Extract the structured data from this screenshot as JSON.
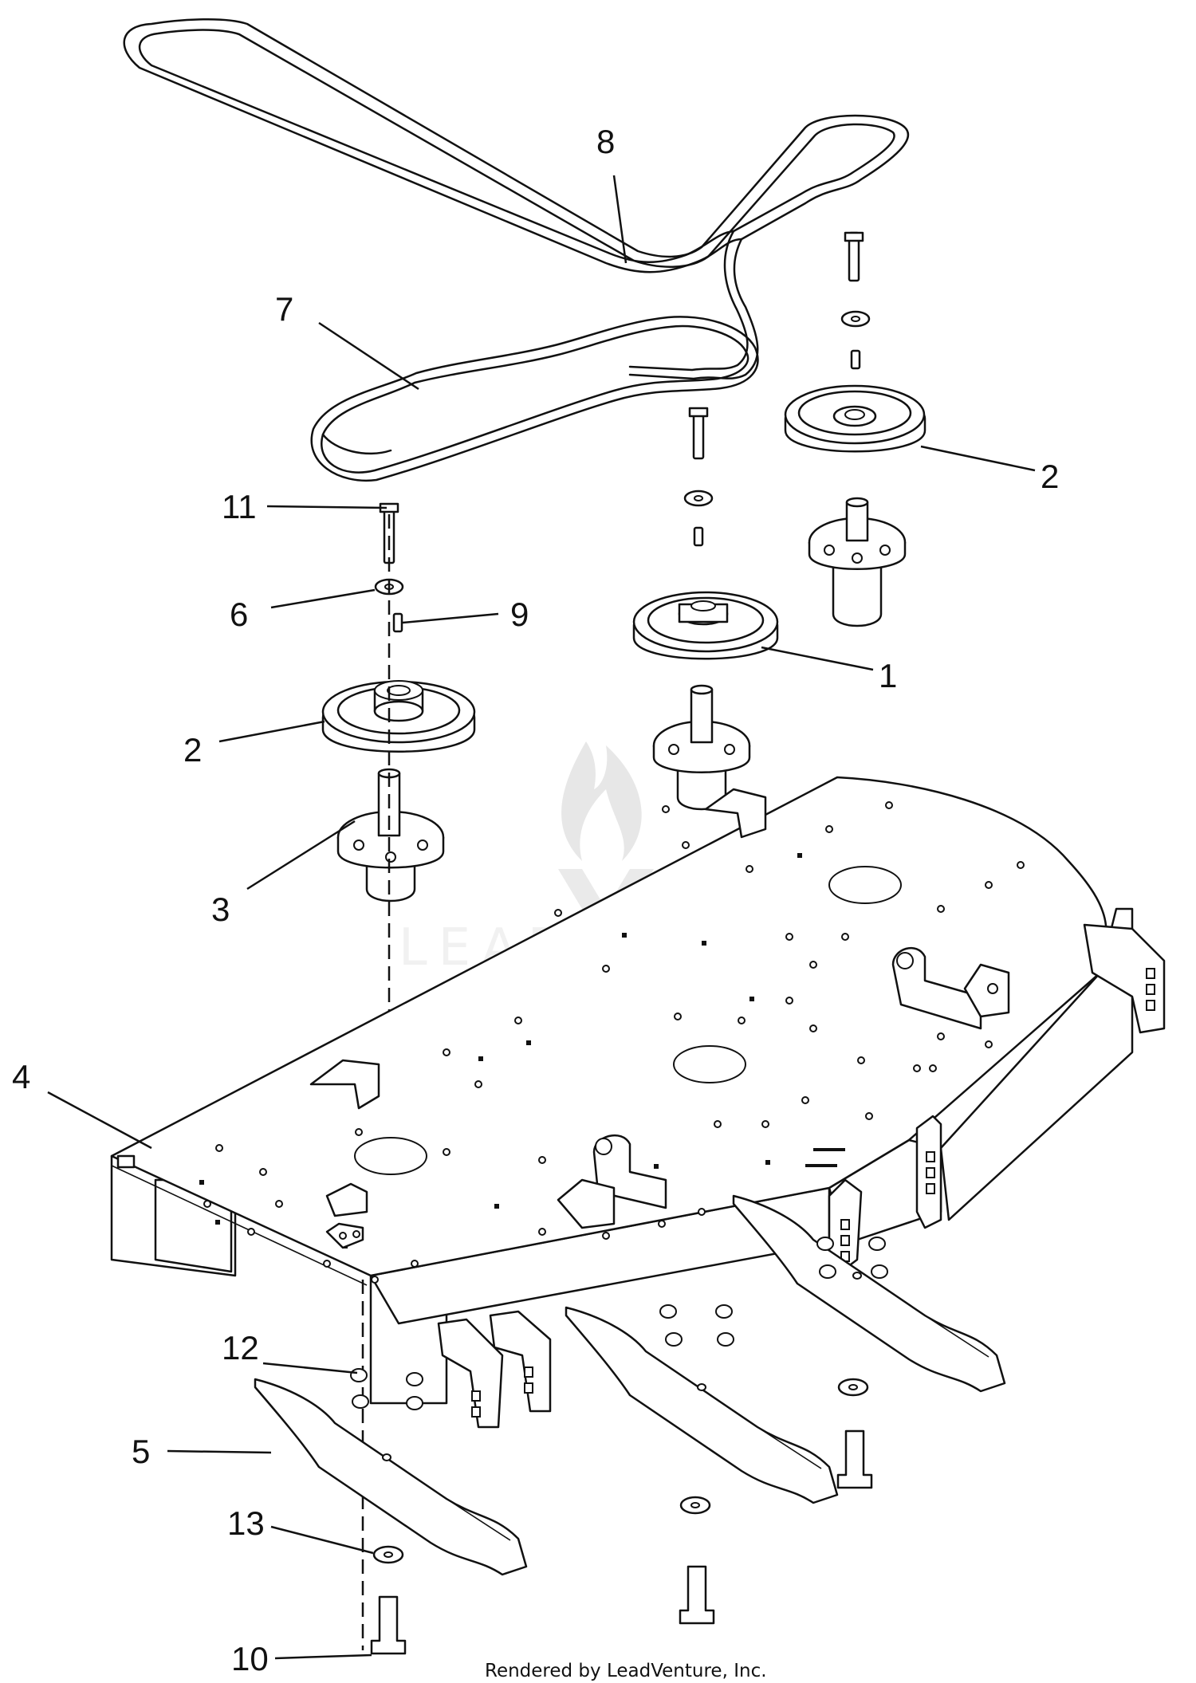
{
  "callouts": {
    "c1": "1",
    "c2a": "2",
    "c2b": "2",
    "c3": "3",
    "c4": "4",
    "c5": "5",
    "c6": "6",
    "c7": "7",
    "c8": "8",
    "c9": "9",
    "c10": "10",
    "c11": "11",
    "c12": "12",
    "c13": "13"
  },
  "watermark": "LEADVENTURE",
  "footer": "Rendered by LeadVenture, Inc."
}
